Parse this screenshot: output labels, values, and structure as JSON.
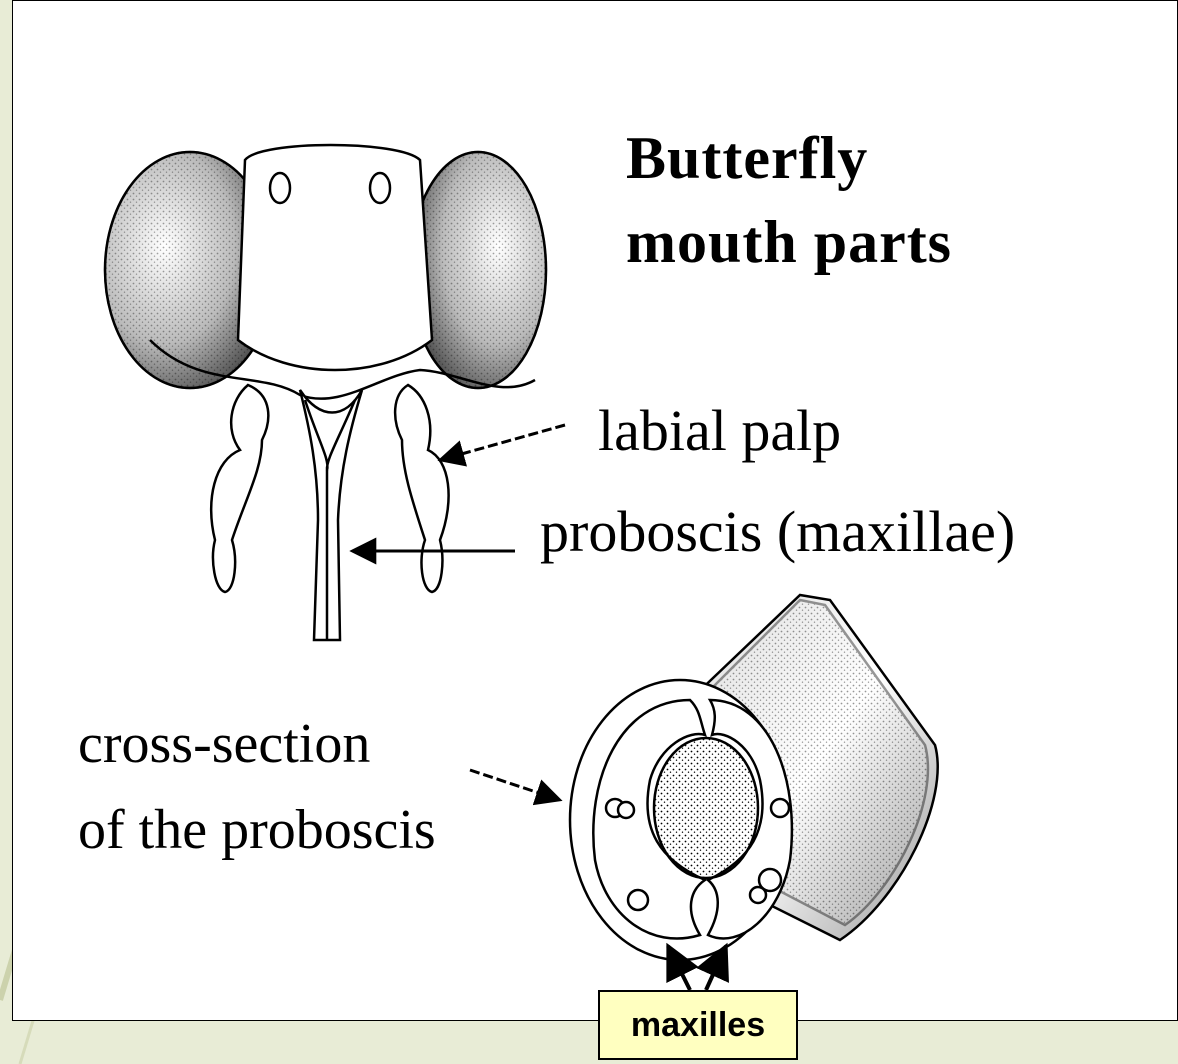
{
  "diagram": {
    "title_lines": [
      "Butterfly",
      "mouth parts"
    ],
    "labels": {
      "labial_palp": "labial palp",
      "proboscis": "proboscis (maxillae)",
      "cross_section_line1": "cross-section",
      "cross_section_line2": "of the proboscis"
    },
    "callout": "maxilles"
  },
  "colors": {
    "slide_background": "#e8ecd6",
    "panel_background": "#ffffff",
    "callout_fill": "#ffffc0",
    "ink": "#000000"
  }
}
